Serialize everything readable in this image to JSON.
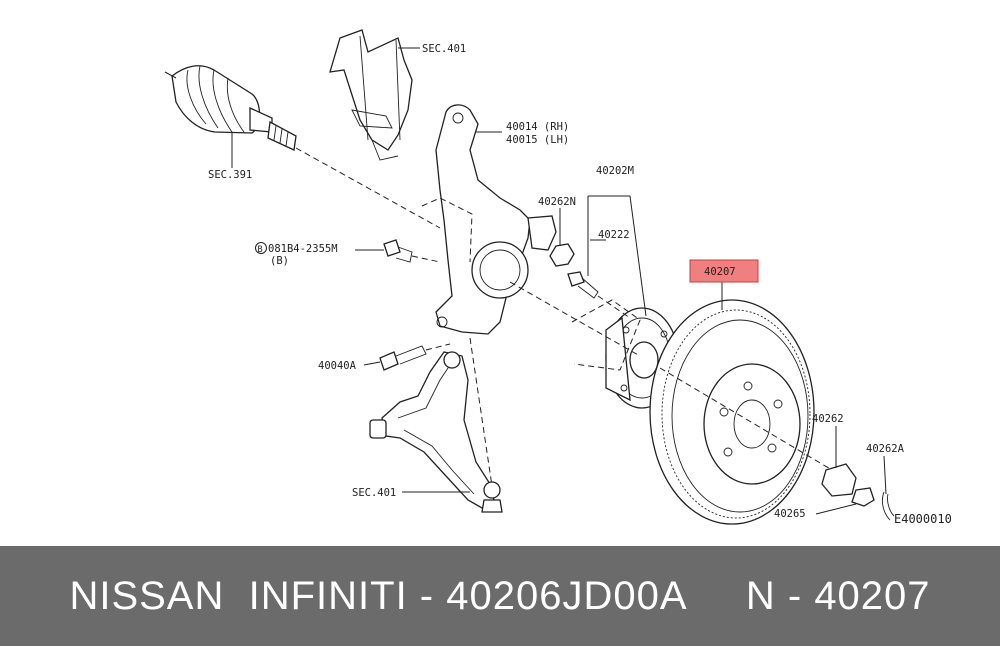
{
  "labels": {
    "sec401_top": "SEC.401",
    "sec391": "SEC.391",
    "knuckle_rh": "40014 (RH)",
    "knuckle_lh": "40015 (LH)",
    "hub_assy": "40202M",
    "nut_40262n": "40262N",
    "bolt_40222": "40222",
    "rotor": "40207",
    "bolt_081b4": "081B4-2355M",
    "bolt_081b4_sub": "(B)",
    "bolt_081b4_prefix": "B",
    "bolt_40040a": "40040A",
    "nut_40262": "40262",
    "pin_40262a": "40262A",
    "cap_40265": "40265",
    "sec401_bottom": "SEC.401",
    "code": "E4000010"
  },
  "highlight_color": "#f08080",
  "footer": {
    "text": "NISSAN  INFINITI - 40206JD00A     N - 40207",
    "background": "#6b6b6b"
  }
}
